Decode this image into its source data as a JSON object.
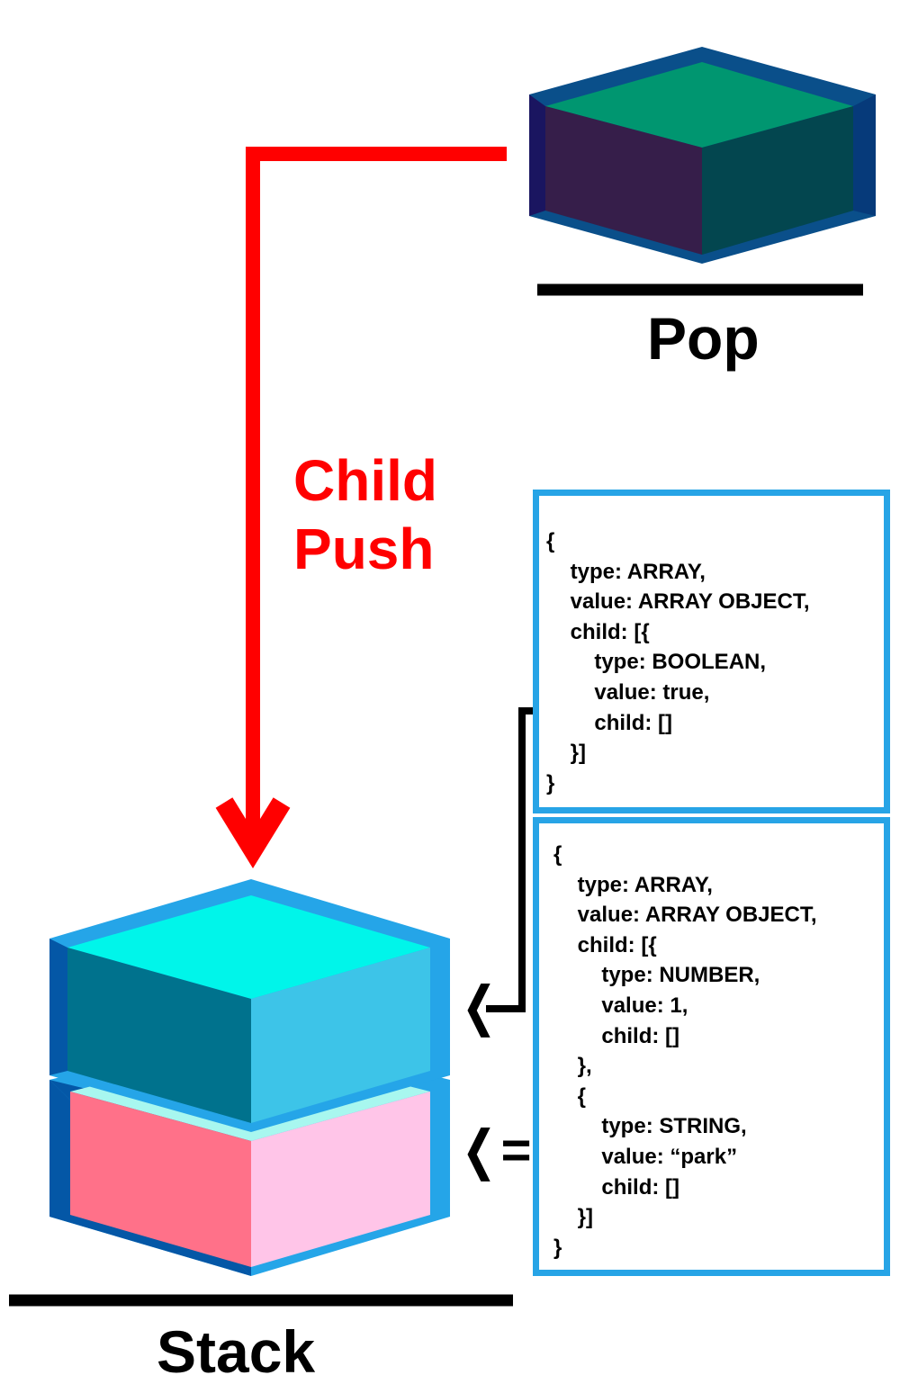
{
  "labels": {
    "pop": "Pop",
    "child_push": [
      "Child",
      "Push"
    ],
    "stack": "Stack"
  },
  "pointers": {
    "top_marker": "❬",
    "second_marker": "❬="
  },
  "code_boxes": [
    {
      "lines": [
        "{",
        "    type: ARRAY,",
        "    value: ARRAY OBJECT,",
        "    child: [{",
        "        type: BOOLEAN,",
        "        value: true,",
        "        child: []",
        "    }]",
        "}"
      ]
    },
    {
      "lines": [
        "{",
        "    type: ARRAY,",
        "    value: ARRAY OBJECT,",
        "    child: [{",
        "        type: NUMBER,",
        "        value: 1,",
        "        child: []",
        "    },",
        "    {",
        "        type: STRING,",
        "        value: “park”",
        "        child: []",
        "    }]",
        "}"
      ]
    }
  ],
  "colors": {
    "arrow": "#ff0000",
    "box_border": "#27a4e6",
    "popped_cube_top": "#009670",
    "popped_cube_left": "#361e4a",
    "popped_cube_right": "#03464f",
    "stack_cube_top": "#00f5ea",
    "stack_cube_left": "#00728d",
    "stack_cube_right": "#3dc4e8",
    "stack_cube2_left": "#ff7189",
    "stack_cube2_right": "#ffc5e8"
  }
}
